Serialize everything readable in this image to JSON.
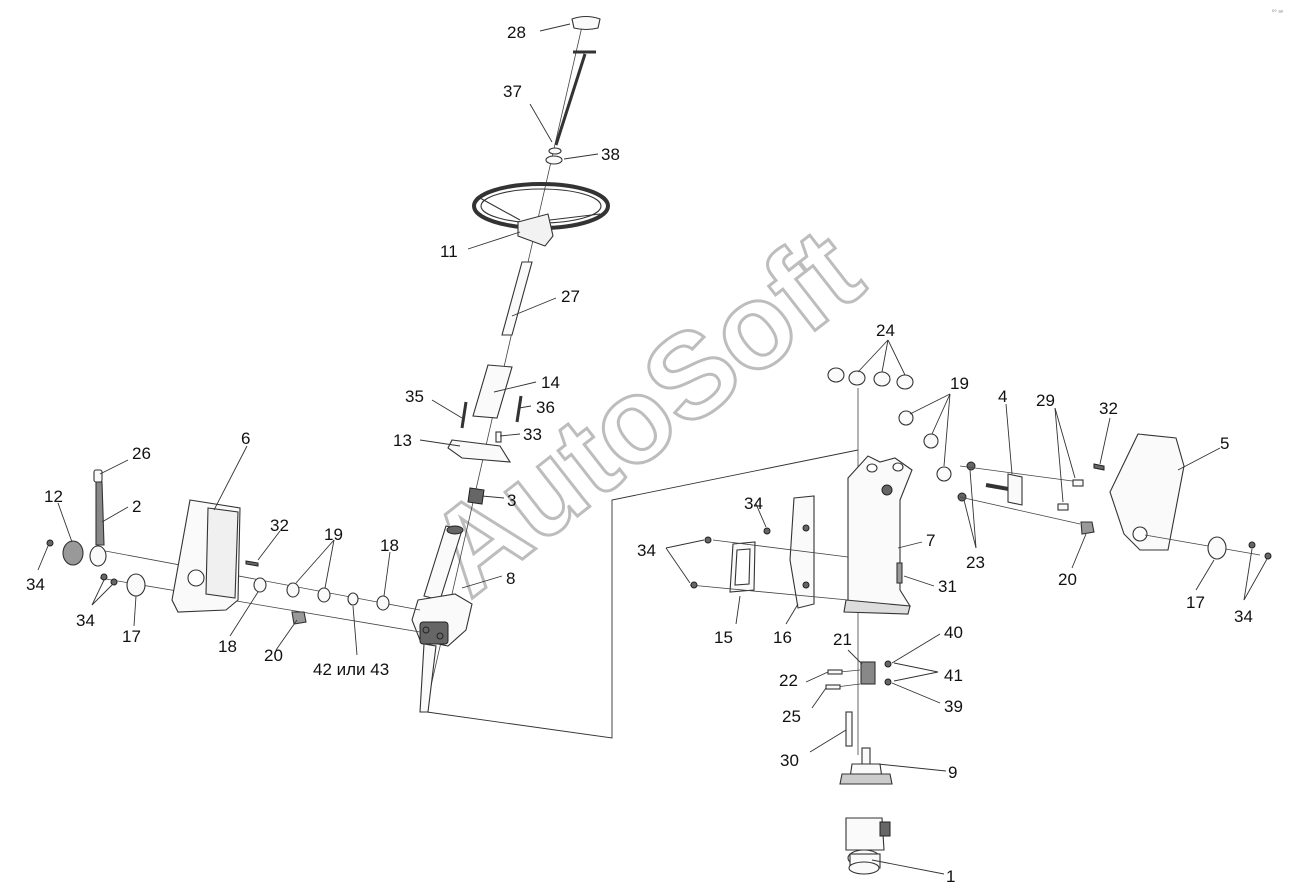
{
  "watermark": "AutoSoft",
  "corner_mark": "⁰° ᵃᵒ",
  "labels": {
    "l1": "1",
    "l2": "2",
    "l3": "3",
    "l4": "4",
    "l5": "5",
    "l6": "6",
    "l7": "7",
    "l8": "8",
    "l9": "9",
    "l11": "11",
    "l12": "12",
    "l13": "13",
    "l14": "14",
    "l15": "15",
    "l16": "16",
    "l17a": "17",
    "l17b": "17",
    "l18a": "18",
    "l18b": "18",
    "l19a": "19",
    "l19b": "19",
    "l20a": "20",
    "l20b": "20",
    "l21": "21",
    "l22": "22",
    "l23": "23",
    "l24": "24",
    "l25": "25",
    "l26": "26",
    "l27": "27",
    "l28": "28",
    "l29": "29",
    "l30": "30",
    "l31": "31",
    "l32a": "32",
    "l32b": "32",
    "l33": "33",
    "l34a": "34",
    "l34b": "34",
    "l34c": "34",
    "l34d": "34",
    "l34e": "34",
    "l35": "35",
    "l36": "36",
    "l37": "37",
    "l38": "38",
    "l39": "39",
    "l40": "40",
    "l41": "41",
    "l42": "42 или 43"
  }
}
